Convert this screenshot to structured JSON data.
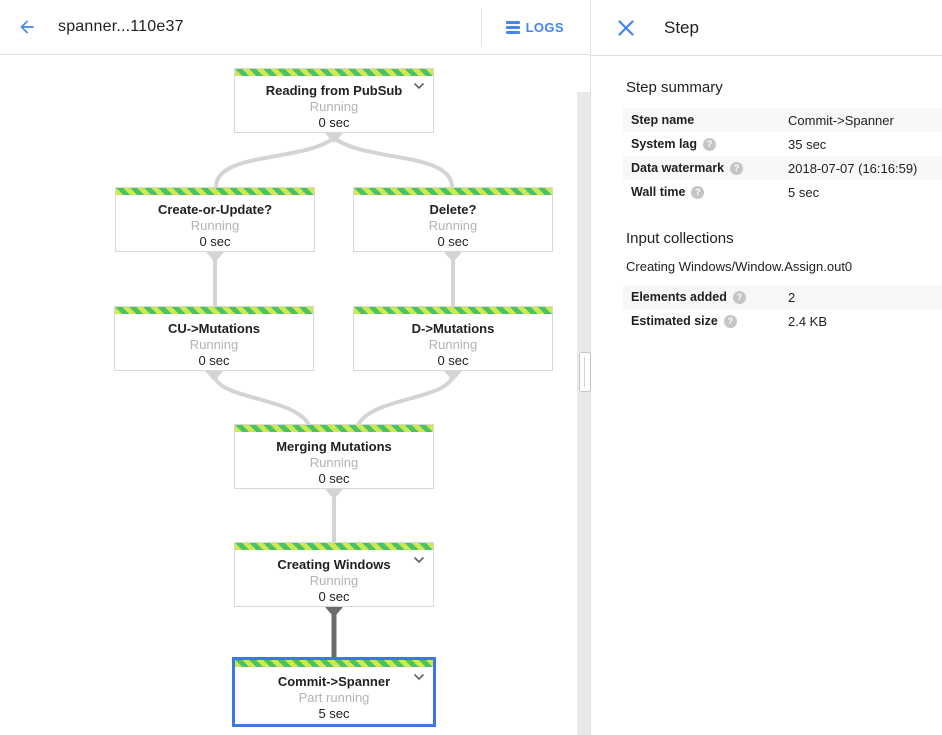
{
  "topbar": {
    "title": "spanner...110e37",
    "logs_label": "LOGS"
  },
  "panel": {
    "title": "Step",
    "step_summary": {
      "heading": "Step summary",
      "rows": [
        {
          "label": "Step name",
          "value": "Commit->Spanner"
        },
        {
          "label": "System lag",
          "value": "35 sec"
        },
        {
          "label": "Data watermark",
          "value": "2018-07-07 (16:16:59)"
        },
        {
          "label": "Wall time",
          "value": "5 sec"
        }
      ]
    },
    "input_collections": {
      "heading": "Input collections",
      "collection_name": "Creating Windows/Window.Assign.out0",
      "rows": [
        {
          "label": "Elements added",
          "value": "2"
        },
        {
          "label": "Estimated size",
          "value": "2.4 KB"
        }
      ]
    }
  },
  "graph": {
    "nodes": [
      {
        "title": "Reading from PubSub",
        "status": "Running",
        "time": "0 sec",
        "expandable": true,
        "selected": false
      },
      {
        "title": "Create-or-Update?",
        "status": "Running",
        "time": "0 sec",
        "expandable": false,
        "selected": false
      },
      {
        "title": "Delete?",
        "status": "Running",
        "time": "0 sec",
        "expandable": false,
        "selected": false
      },
      {
        "title": "CU->Mutations",
        "status": "Running",
        "time": "0 sec",
        "expandable": false,
        "selected": false
      },
      {
        "title": "D->Mutations",
        "status": "Running",
        "time": "0 sec",
        "expandable": false,
        "selected": false
      },
      {
        "title": "Merging Mutations",
        "status": "Running",
        "time": "0 sec",
        "expandable": false,
        "selected": false
      },
      {
        "title": "Creating Windows",
        "status": "Running",
        "time": "0 sec",
        "expandable": true,
        "selected": false
      },
      {
        "title": "Commit->Spanner",
        "status": "Part running",
        "time": "5 sec",
        "expandable": true,
        "selected": true
      }
    ]
  },
  "icons": {
    "back": "arrow-left",
    "logs": "list",
    "close": "x",
    "node_expand": "chevron-down",
    "help": "question-mark-circle"
  },
  "colors": {
    "accent_blue": "#4285f4",
    "selected_node_border": "#3b78e4",
    "stripe_light_green": "#cde851",
    "stripe_green": "#4cc268",
    "edge_gray": "#d4d4d4",
    "edge_dark": "#6b6b6b",
    "status_text": "#b3b3b3",
    "row_alt_bg": "#f7f7f7"
  }
}
